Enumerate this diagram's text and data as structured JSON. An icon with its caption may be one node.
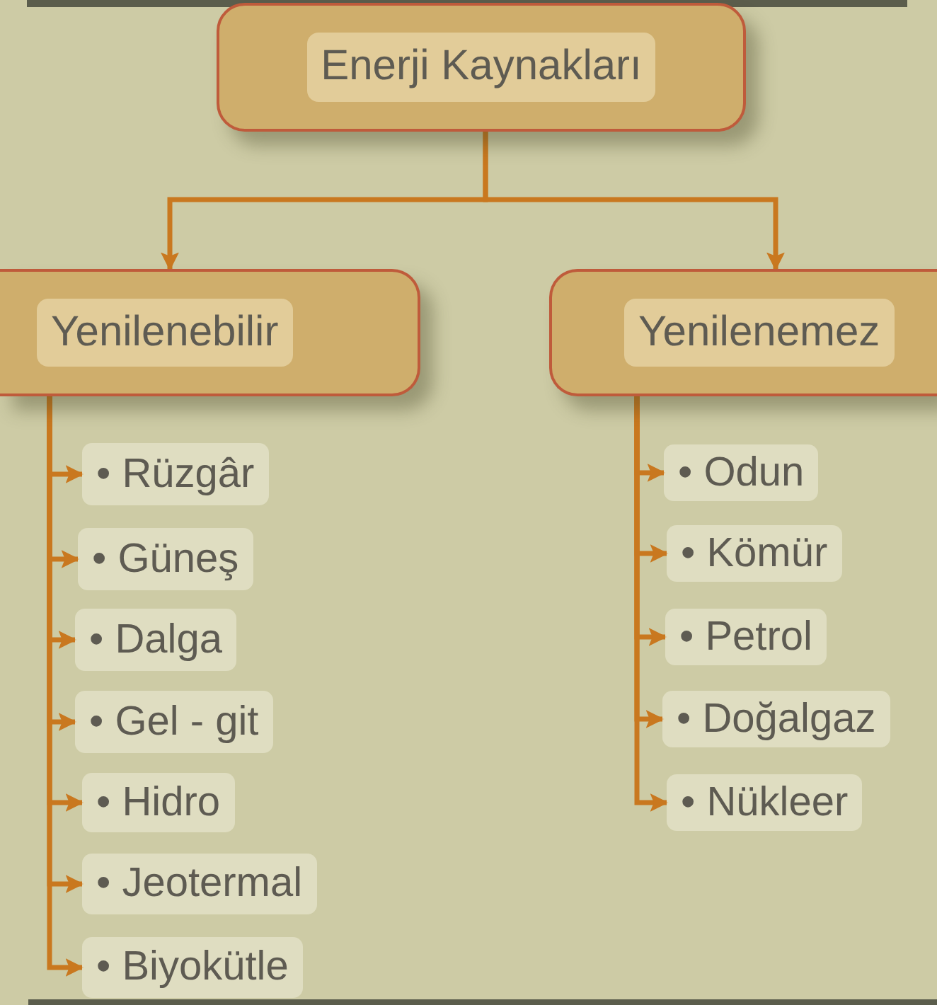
{
  "diagram": {
    "nodes": [
      {
        "text": [
          "Enerji Kaynakları"
        ]
      },
      {
        "text": [
          "Yenilenebilir"
        ]
      },
      {
        "text": [
          "Yenilenemez"
        ]
      },
      {
        "text": [
          "• Rüzgâr"
        ]
      },
      {
        "text": [
          "• Güneş"
        ]
      },
      {
        "text": [
          "• Dalga"
        ]
      },
      {
        "text": [
          "• Gel - git"
        ]
      },
      {
        "text": [
          "• Hidro"
        ]
      },
      {
        "text": [
          "• Jeotermal"
        ]
      },
      {
        "text": [
          "• Biyokütle"
        ]
      },
      {
        "text": [
          "• Odun"
        ]
      },
      {
        "text": [
          "• Kömür"
        ]
      },
      {
        "text": [
          "• Petrol"
        ]
      },
      {
        "text": [
          "• Doğalgaz"
        ]
      },
      {
        "text": [
          "• Nükleer"
        ]
      }
    ],
    "edges": [
      {
        "from": 0,
        "to": 1,
        "arrow": "to"
      },
      {
        "from": 0,
        "to": 2,
        "arrow": "to"
      },
      {
        "from": 1,
        "to": 3,
        "arrow": "to"
      },
      {
        "from": 1,
        "to": 4,
        "arrow": "to"
      },
      {
        "from": 1,
        "to": 5,
        "arrow": "to"
      },
      {
        "from": 1,
        "to": 6,
        "arrow": "to"
      },
      {
        "from": 1,
        "to": 7,
        "arrow": "to"
      },
      {
        "from": 1,
        "to": 8,
        "arrow": "to"
      },
      {
        "from": 1,
        "to": 9,
        "arrow": "to"
      },
      {
        "from": 2,
        "to": 10,
        "arrow": "to"
      },
      {
        "from": 2,
        "to": 11,
        "arrow": "to"
      },
      {
        "from": 2,
        "to": 12,
        "arrow": "to"
      },
      {
        "from": 2,
        "to": 13,
        "arrow": "to"
      },
      {
        "from": 2,
        "to": 14,
        "arrow": "to"
      }
    ]
  }
}
